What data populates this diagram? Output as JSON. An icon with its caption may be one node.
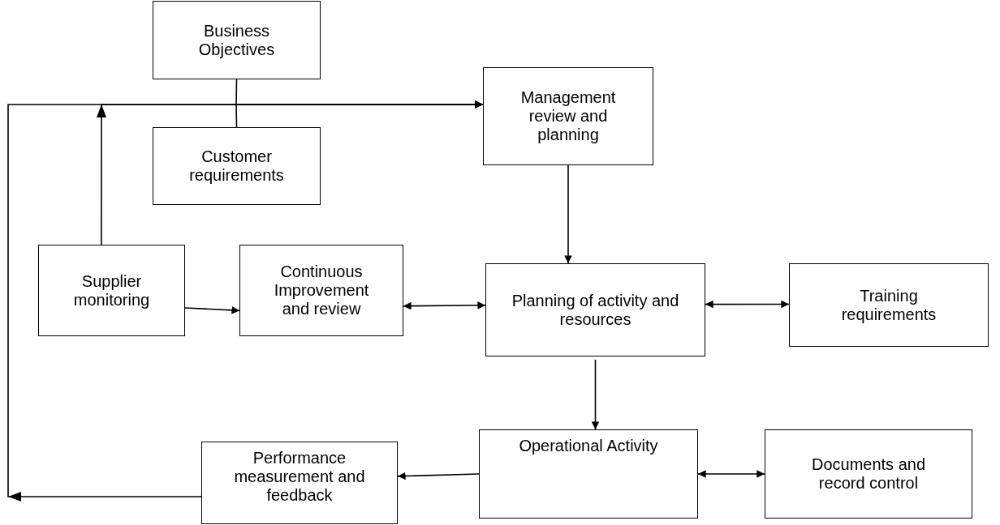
{
  "diagram": {
    "nodes": [
      {
        "text": [
          "Business Objectives"
        ]
      },
      {
        "text": [
          "Management review and planning"
        ]
      },
      {
        "text": [
          "Customer requirements"
        ]
      },
      {
        "text": [
          "Supplier monitoring"
        ]
      },
      {
        "text": [
          "Continuous Improvement and review"
        ]
      },
      {
        "text": [
          "Planning of activity and resources"
        ]
      },
      {
        "text": [
          "Training requirements"
        ]
      },
      {
        "text": [
          "Performance measurement and feedback"
        ]
      },
      {
        "text": [
          "Operational Activity"
        ]
      },
      {
        "text": [
          "Documents and record control"
        ]
      }
    ],
    "edges": [
      {
        "from": 0,
        "to": 1,
        "arrow": "to"
      },
      {
        "from": 2,
        "to": 1,
        "arrow": "to"
      },
      {
        "from": 3,
        "to": 1,
        "arrow": "to"
      },
      {
        "from": 7,
        "to": 1,
        "arrow": "to"
      },
      {
        "from": 1,
        "to": 5,
        "arrow": "to"
      },
      {
        "from": 3,
        "to": 4,
        "arrow": "to"
      },
      {
        "from": 4,
        "to": 5,
        "arrow": "both"
      },
      {
        "from": 5,
        "to": 6,
        "arrow": "both"
      },
      {
        "from": 5,
        "to": 8,
        "arrow": "to"
      },
      {
        "from": 8,
        "to": 7,
        "arrow": "to"
      },
      {
        "from": 8,
        "to": 9,
        "arrow": "both"
      }
    ]
  }
}
